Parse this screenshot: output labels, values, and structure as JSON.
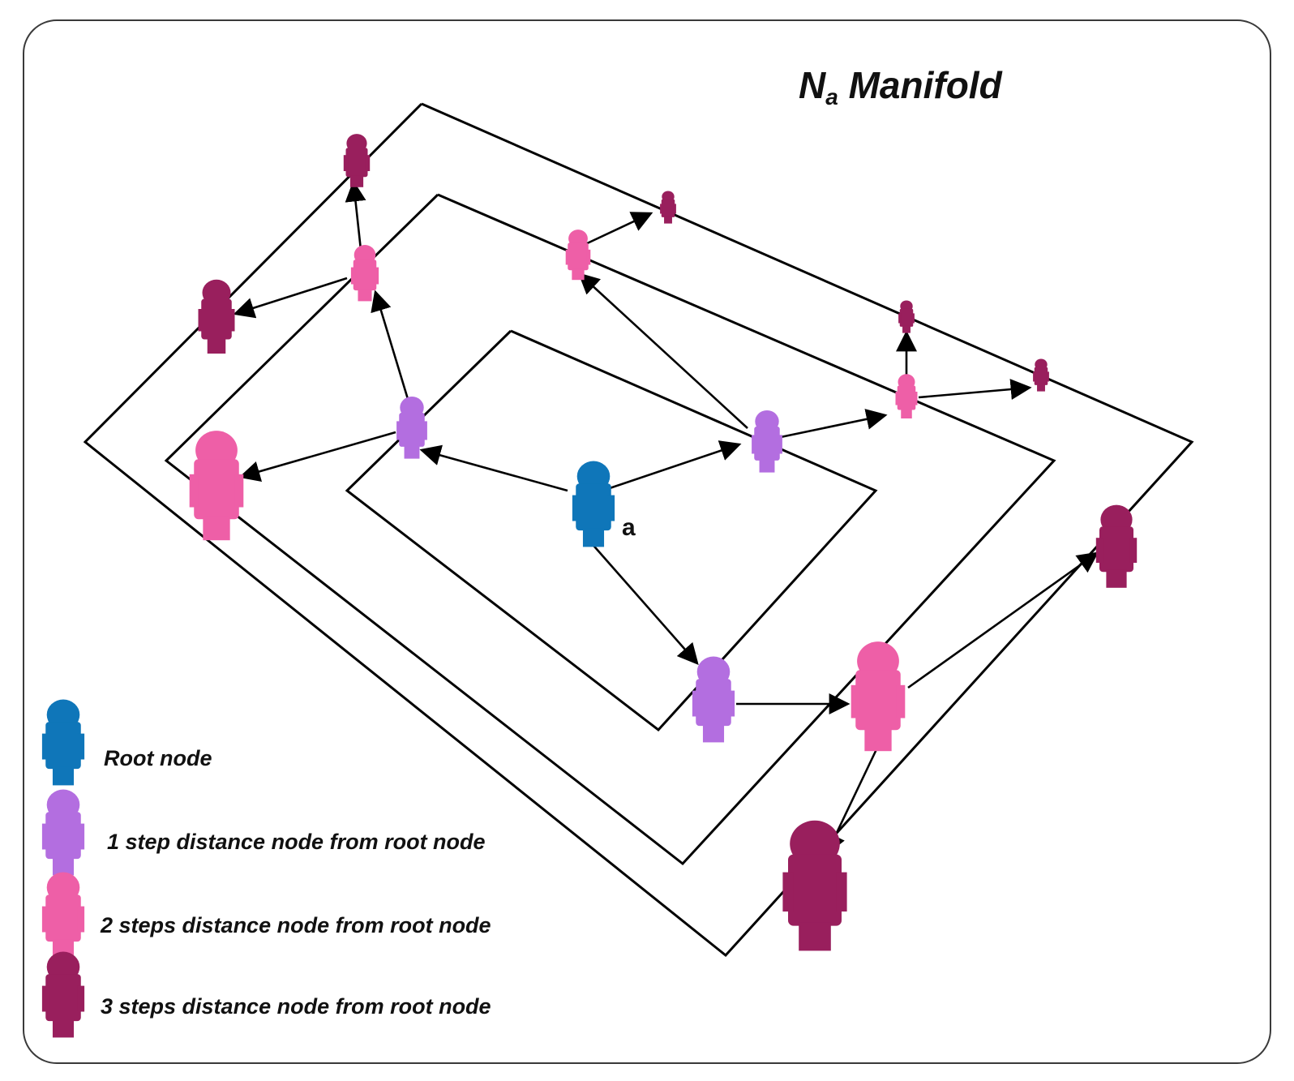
{
  "title": {
    "main": "N",
    "sub": "a",
    "rest": " Manifold"
  },
  "root_label": "a",
  "colors": {
    "root": "#0f76b9",
    "step1": "#b36ee0",
    "step2": "#ee5fa7",
    "step3": "#991f5d",
    "line": "#000000"
  },
  "legend": [
    {
      "label": "Root node",
      "level": "root"
    },
    {
      "label": "1 step distance node from root node",
      "level": "step1"
    },
    {
      "label": "2 steps distance node from root node",
      "level": "step2"
    },
    {
      "label": "3 steps distance node from root node",
      "level": "step3"
    }
  ]
}
